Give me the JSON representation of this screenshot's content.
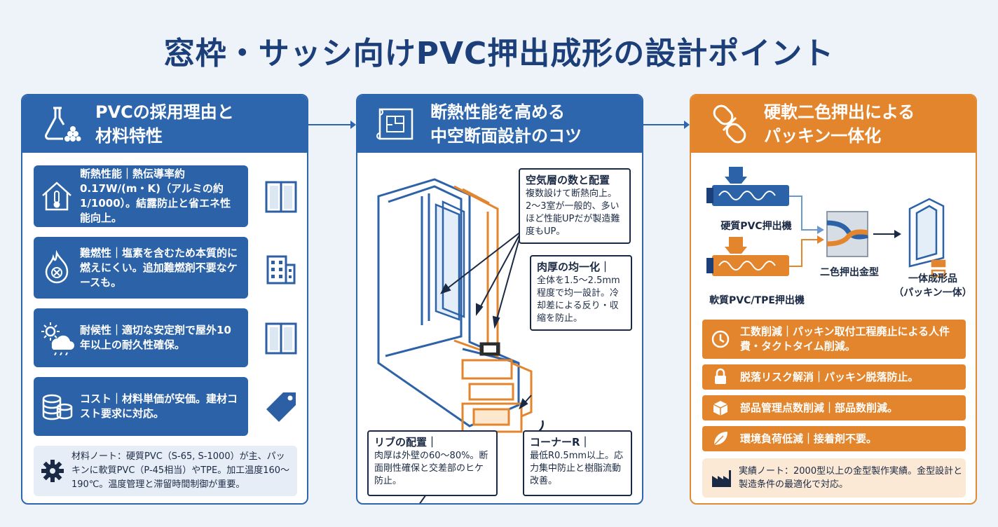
{
  "title": "窓枠・サッシ向けPVC押出成形の設計ポイント",
  "colors": {
    "blue": "#2d66ad",
    "orange": "#e3852c",
    "navy": "#1c3f7a"
  },
  "panel1": {
    "heading_line1": "PVCの採用理由と",
    "heading_line2": "材料特性",
    "heading_icon": "flask-icon",
    "cards": [
      {
        "icon": "house-thermometer-icon",
        "side_icon": "window-icon",
        "text": "断熱性能｜熱伝導率約0.17W/(m・K)（アルミの約1/1000）。結露防止と省エネ性能向上。"
      },
      {
        "icon": "flame-icon",
        "side_icon": "building-icon",
        "text": "難燃性｜塩素を含むため本質的に燃えにくい。追加難燃剤不要なケースも。"
      },
      {
        "icon": "weather-icon",
        "side_icon": "window-icon",
        "text": "耐候性｜適切な安定剤で屋外10年以上の耐久性確保。"
      },
      {
        "icon": "coins-icon",
        "side_icon": "price-tag-icon",
        "text": "コスト｜材料単価が安価。建材コスト要求に対応。"
      }
    ],
    "note": "材料ノート：硬質PVC（S-65, S-1000）が主、パッキンに軟質PVC（P-45相当）やTPE。加工温度160〜190℃。温度管理と滞留時間制御が重要。",
    "note_icon": "gear-icon"
  },
  "panel2": {
    "heading_line1": "断熱性能を高める",
    "heading_line2": "中空断面設計のコツ",
    "heading_icon": "blueprint-icon",
    "callouts": [
      {
        "title": "空気層の数と配置",
        "body": "複数設けて断熱向上。2〜3室が一般的、多いほど性能UPだが製造難度もUP。"
      },
      {
        "title": "肉厚の均一化｜",
        "body": "全体を1.5〜2.5mm程度で均一設計。冷却差による反り・収縮を防止。"
      },
      {
        "title": "リブの配置｜",
        "body": "肉厚は外壁の60〜80%。断面剛性確保と交差部のヒケ防止。"
      },
      {
        "title": "コーナーR｜",
        "body": "最低R0.5mm以上。応力集中防止と樹脂流動改善。"
      }
    ]
  },
  "panel3": {
    "heading_line1": "硬軟二色押出による",
    "heading_line2": "パッキン一体化",
    "heading_icon": "link-icon",
    "machine_rigid": "硬質PVC押出機",
    "machine_soft": "軟質PVC/TPE押出機",
    "die_label": "二色押出金型",
    "product_line1": "一体成形品",
    "product_line2": "（パッキン一体）",
    "benefits": [
      {
        "icon": "clock-icon",
        "text": "工数削減｜パッキン取付工程廃止による人件費・タクトタイム削減。"
      },
      {
        "icon": "lock-icon",
        "text": "脱落リスク解消｜パッキン脱落防止。"
      },
      {
        "icon": "box-icon",
        "text": "部品管理点数削減｜部品数削減。"
      },
      {
        "icon": "leaf-icon",
        "text": "環境負荷低減｜接着剤不要。"
      }
    ],
    "note": "実績ノート：2000型以上の金型製作実績。金型設計と製造条件の最適化で対応。",
    "note_icon": "factory-icon"
  }
}
